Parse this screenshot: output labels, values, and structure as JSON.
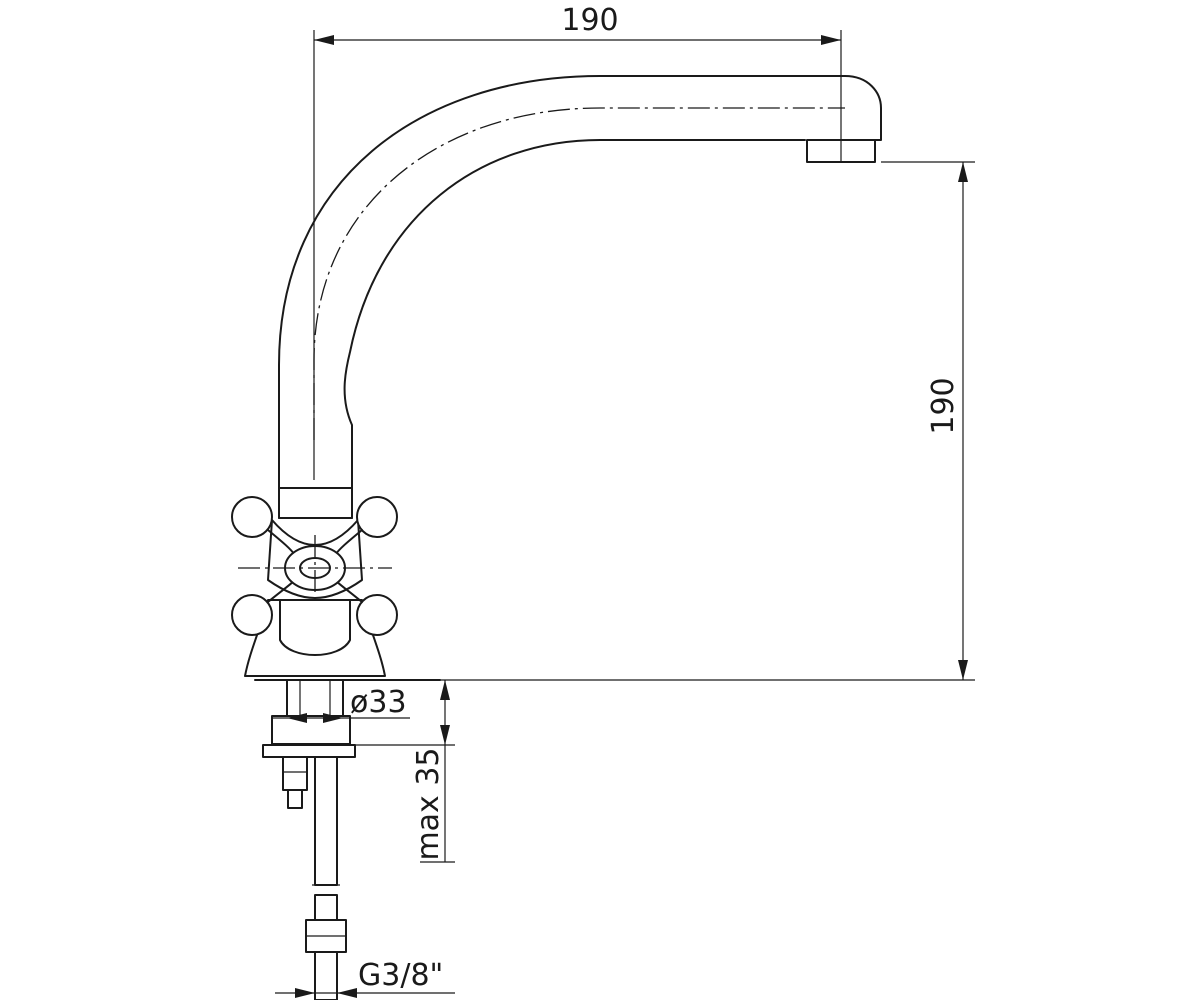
{
  "dimensions": {
    "spout_reach": "190",
    "spout_height": "190",
    "base_diameter": "ø33",
    "mount_depth": "max 35",
    "connection_thread": "G3/8\""
  }
}
